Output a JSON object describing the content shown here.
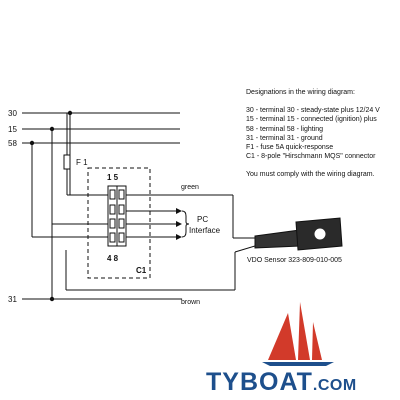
{
  "diagram": {
    "terminals": {
      "t30": "30",
      "t15": "15",
      "t58": "58",
      "t31": "31"
    },
    "fuse_label": "F 1",
    "connector": {
      "top_pins": "1 5",
      "bottom_pins": "4 8",
      "name": "C1"
    },
    "wires": {
      "green": "green",
      "brown": "brown"
    },
    "pc_interface": {
      "line1": "PC",
      "line2": "Interface"
    },
    "sensor_label": "VDO Sensor 323-809-010-005"
  },
  "legend": {
    "title": "Designations in the wiring diagram:",
    "items": [
      "30 - terminal 30 - steady-state plus 12/24 V",
      "15 - terminal 15 - connected (ignition) plus",
      "58 - terminal 58 - lighting",
      "31 - terminal 31 - ground",
      "F1 - fuse 5A quick-response",
      "C1 - 8-pole \"Hirschmann MQS\" connector"
    ],
    "note": "You must comply with the wiring diagram."
  },
  "logo": {
    "brand": "TYBOAT",
    "suffix": ".COM",
    "colors": {
      "blue": "#1d4f8c",
      "red": "#d23a2a"
    }
  }
}
